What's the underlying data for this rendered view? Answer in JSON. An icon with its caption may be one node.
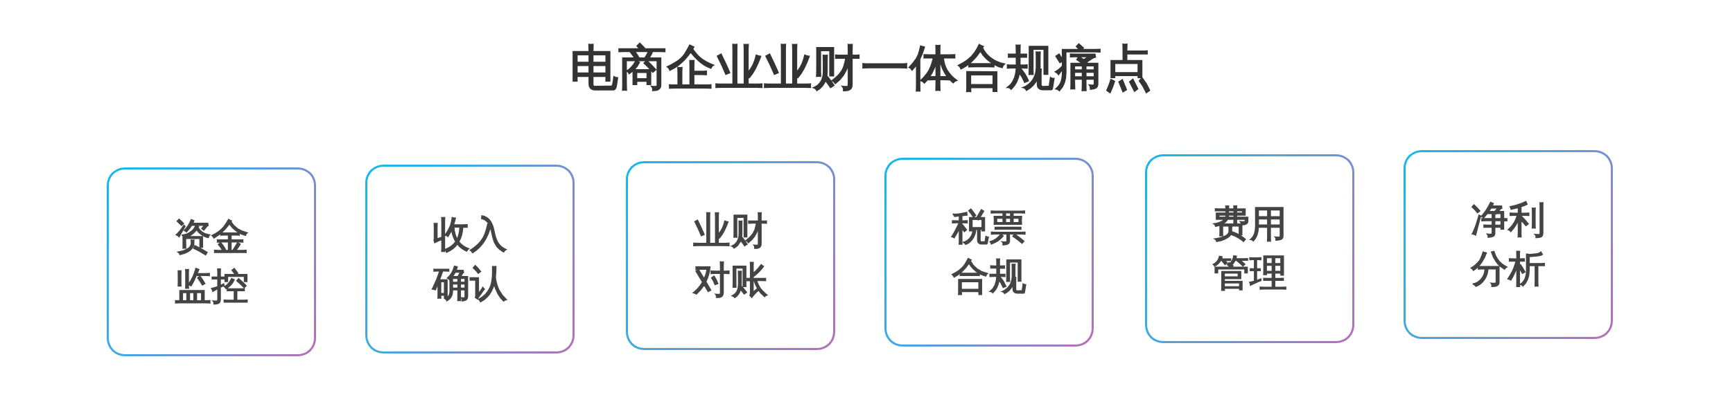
{
  "diagram": {
    "title": "电商企业业财一体合规痛点",
    "nodes": [
      {
        "text": [
          "资金监控"
        ]
      },
      {
        "text": [
          "收入确认"
        ]
      },
      {
        "text": [
          "业财对账"
        ]
      },
      {
        "text": [
          "税票合规"
        ]
      },
      {
        "text": [
          "费用管理"
        ]
      },
      {
        "text": [
          "净利分析"
        ]
      }
    ]
  }
}
